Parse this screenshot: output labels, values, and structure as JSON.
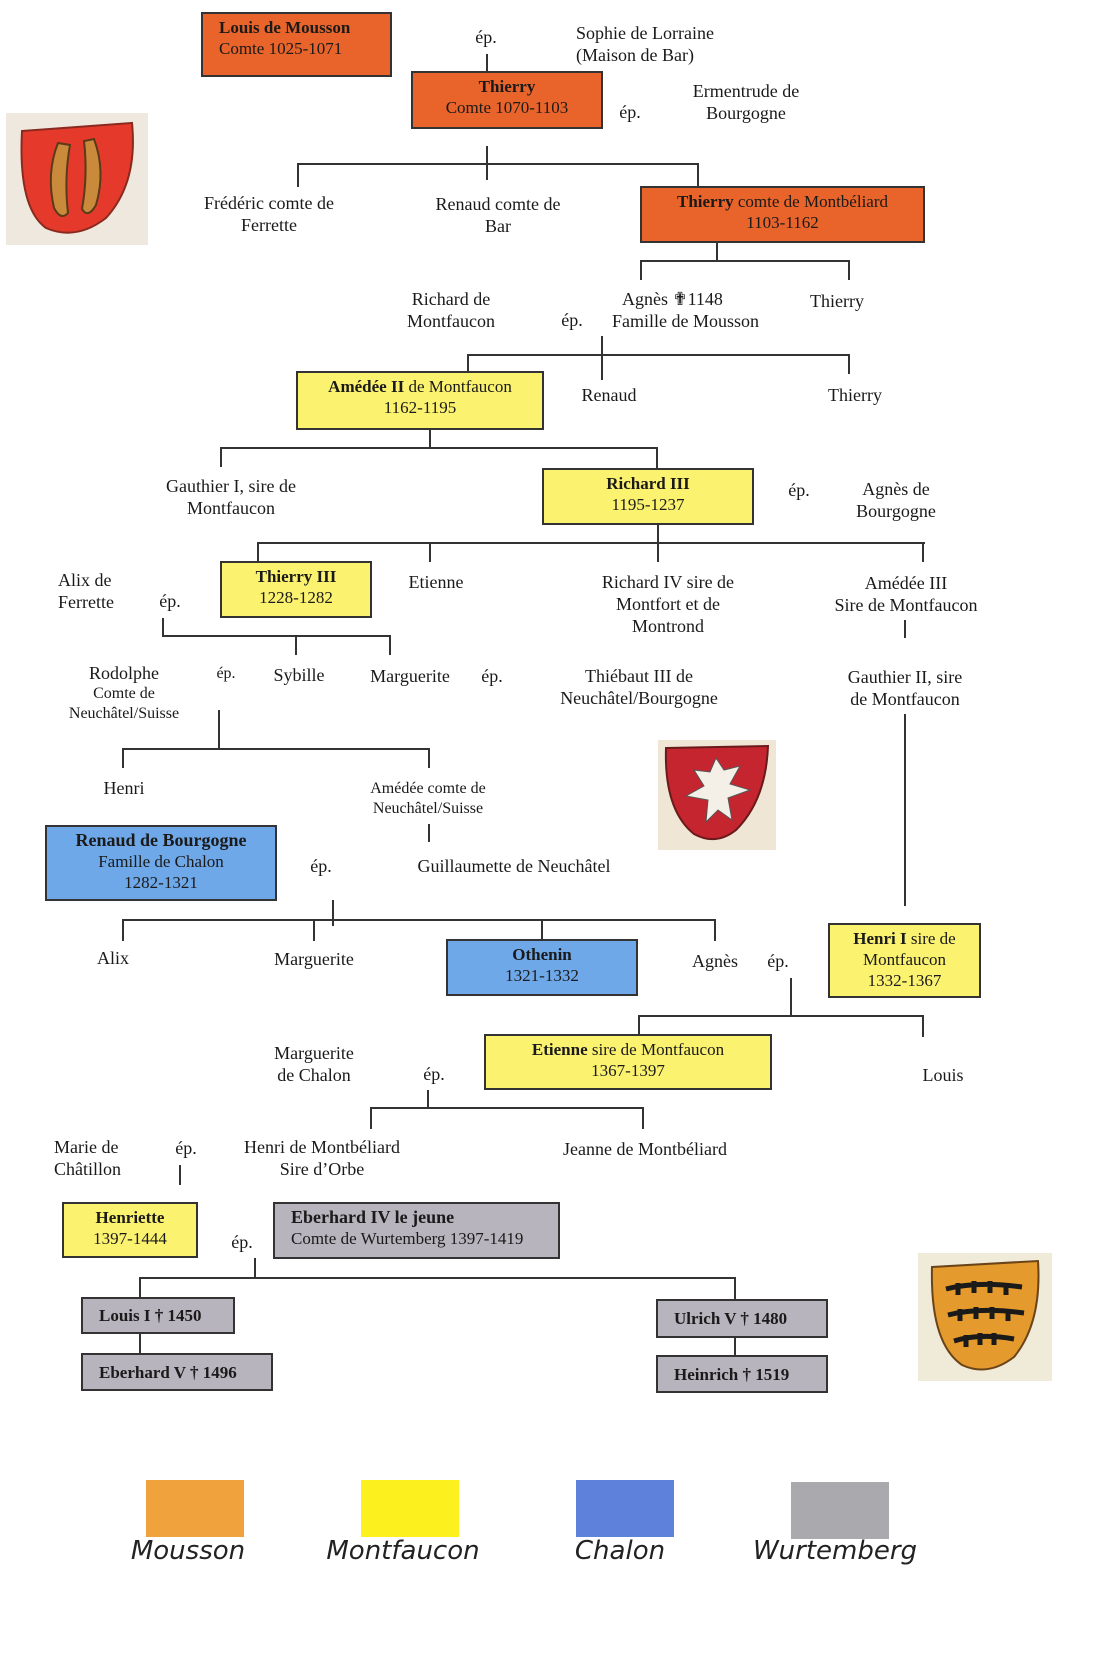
{
  "colors": {
    "mousson": "#e8642a",
    "montfaucon": "#fbf270",
    "chalon": "#6fa8e8",
    "wurtemberg": "#b8b4bd"
  },
  "persons": {
    "louis_mousson": {
      "name": "Louis de Mousson",
      "sub": "Comte 1025-1071"
    },
    "thierry_comte": {
      "name": "Thierry",
      "sub": "Comte 1070-1103"
    },
    "sophie": {
      "line1": "Sophie de Lorraine",
      "line2": "(Maison de Bar)"
    },
    "ermentrude": {
      "line1": "Ermentrude de",
      "line2": "Bourgogne"
    },
    "frederic": {
      "line1": "Frédéric comte de",
      "line2": "Ferrette"
    },
    "renaud_bar": {
      "line1": "Renaud comte de",
      "line2": "Bar"
    },
    "thierry_montbeliard": {
      "name": "Thierry",
      "rest": " comte de Montbéliard",
      "sub": "1103-1162"
    },
    "richard_montfaucon": {
      "line1": "Richard de",
      "line2": "Montfaucon"
    },
    "agnes_1148": {
      "line1": "Agnès ✟1148",
      "line2": "Famille de Mousson"
    },
    "thierry_2": "Thierry",
    "amedee_ii": {
      "name": "Amédée II",
      "rest": " de Montfaucon",
      "sub": "1162-1195"
    },
    "renaud": "Renaud",
    "thierry_3": "Thierry",
    "gauthier_i": {
      "line1": "Gauthier I, sire de",
      "line2": "Montfaucon"
    },
    "richard_iii": {
      "name": "Richard III",
      "sub": "1195-1237"
    },
    "agnes_bourgogne": {
      "line1": "Agnès de",
      "line2": "Bourgogne"
    },
    "alix_ferrette": {
      "line1": "Alix de",
      "line2": "Ferrette"
    },
    "thierry_iii": {
      "name": "Thierry III",
      "sub": "1228-1282"
    },
    "etienne": "Etienne",
    "richard_iv": {
      "line1": "Richard IV sire de",
      "line2": "Montfort et de",
      "line3": "Montrond"
    },
    "amedee_iii": {
      "line1": "Amédée III",
      "line2": "Sire de Montfaucon"
    },
    "rodolphe": {
      "line1": "Rodolphe",
      "line2": "Comte de",
      "line3": "Neuchâtel/Suisse"
    },
    "sybille": "Sybille",
    "marguerite_1": "Marguerite",
    "thiebaut": {
      "line1": "Thiébaut III de",
      "line2": "Neuchâtel/Bourgogne"
    },
    "gauthier_ii": {
      "line1": "Gauthier II, sire",
      "line2": "de Montfaucon"
    },
    "henri": "Henri",
    "amedee_neuchatel": {
      "line1": "Amédée comte de",
      "line2": "Neuchâtel/Suisse"
    },
    "renaud_bourgogne": {
      "name": "Renaud de Bourgogne",
      "sub": "Famille de Chalon",
      "sub2": "1282-1321"
    },
    "guillaumette": "Guillaumette de Neuchâtel",
    "alix": "Alix",
    "marguerite_2": "Marguerite",
    "othenin": {
      "name": "Othenin",
      "sub": "1321-1332"
    },
    "agnes_2": "Agnès",
    "henri_i": {
      "name": "Henri I",
      "rest": " sire de",
      "line2": "Montfaucon",
      "sub": "1332-1367"
    },
    "marguerite_chalon": {
      "line1": "Marguerite",
      "line2": "de Chalon"
    },
    "etienne_sire": {
      "name": "Etienne",
      "rest": " sire de Montfaucon",
      "sub": "1367-1397"
    },
    "louis": "Louis",
    "marie_chatillon": {
      "line1": "Marie de",
      "line2": "Châtillon"
    },
    "henri_montbeliard": {
      "line1": "Henri de Montbéliard",
      "line2": "Sire d’Orbe"
    },
    "jeanne": "Jeanne de Montbéliard",
    "henriette": {
      "name": "Henriette",
      "sub": "1397-1444"
    },
    "eberhard_iv": {
      "name": "Eberhard IV le jeune",
      "sub": "Comte de Wurtemberg 1397-1419"
    },
    "louis_i": "Louis I † 1450",
    "eberhard_v": "Eberhard V † 1496",
    "ulrich_v": "Ulrich V † 1480",
    "heinrich": "Heinrich  † 1519"
  },
  "ep": "ép.",
  "legend": [
    {
      "label": "Mousson",
      "color": "#f0a23c"
    },
    {
      "label": "Montfaucon",
      "color": "#fcf01e"
    },
    {
      "label": "Chalon",
      "color": "#5e82dc"
    },
    {
      "label": "Wurtemberg",
      "color": "#aaa9ad"
    }
  ],
  "crests": {
    "top_left": "fish-crest-icon",
    "middle": "eagle-crest-icon",
    "bottom_right": "antlers-crest-icon"
  }
}
